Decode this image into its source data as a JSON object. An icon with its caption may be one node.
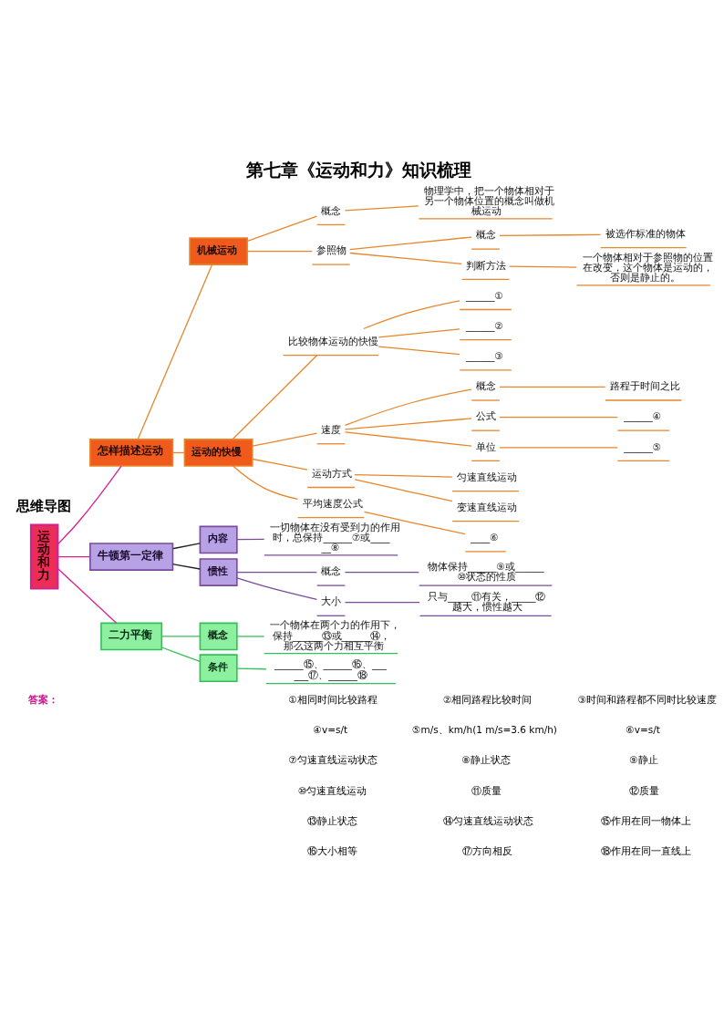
{
  "diagram": {
    "title": "第七章《运动和力》知识梳理",
    "nodes": [
      {
        "text": [
          "运动和力"
        ]
      },
      {
        "text": [
          "怎样描述运动"
        ]
      },
      {
        "text": [
          "机械运动"
        ]
      },
      {
        "text": [
          "概念"
        ]
      },
      {
        "text": [
          "物理学中，把一个物体相对于另一个物体位置的概念叫做机械运动"
        ]
      },
      {
        "text": [
          "参照物"
        ]
      },
      {
        "text": [
          "概念"
        ]
      },
      {
        "text": [
          "被选作标准的物体"
        ]
      },
      {
        "text": [
          "判断方法"
        ]
      },
      {
        "text": [
          "一个物体相对于参照物的位置在改变，这个物体是运动的，否则是静止的。"
        ]
      },
      {
        "text": [
          "运动的快慢"
        ]
      },
      {
        "text": [
          "比较物体运动的快慢"
        ]
      },
      {
        "text": [
          "______①"
        ]
      },
      {
        "text": [
          "______②"
        ]
      },
      {
        "text": [
          "______③"
        ]
      },
      {
        "text": [
          "速度"
        ]
      },
      {
        "text": [
          "概念"
        ]
      },
      {
        "text": [
          "路程于时间之比"
        ]
      },
      {
        "text": [
          "公式"
        ]
      },
      {
        "text": [
          "______④"
        ]
      },
      {
        "text": [
          "单位"
        ]
      },
      {
        "text": [
          "______⑤"
        ]
      },
      {
        "text": [
          "运动方式"
        ]
      },
      {
        "text": [
          "匀速直线运动"
        ]
      },
      {
        "text": [
          "变速直线运动"
        ]
      },
      {
        "text": [
          "平均速度公式"
        ]
      },
      {
        "text": [
          "____⑥"
        ]
      },
      {
        "text": [
          "牛顿第一定律"
        ]
      },
      {
        "text": [
          "内容"
        ]
      },
      {
        "text": [
          "一切物体在没有受到力的作用时，总保持______⑦或______⑧"
        ]
      },
      {
        "text": [
          "惯性"
        ]
      },
      {
        "text": [
          "概念"
        ]
      },
      {
        "text": [
          "物体保持______⑨或______⑩状态的性质"
        ]
      },
      {
        "text": [
          "大小"
        ]
      },
      {
        "text": [
          "只与_____⑪有关，_____⑫越大，惯性越大"
        ]
      },
      {
        "text": [
          "二力平衡"
        ]
      },
      {
        "text": [
          "概念"
        ]
      },
      {
        "text": [
          "一个物体在两个力的作用下，保持______⑬或______⑭，那么这两个力相互平衡"
        ]
      },
      {
        "text": [
          "条件"
        ]
      },
      {
        "text": [
          "______⑮、______⑯、______⑰、______⑱"
        ]
      }
    ],
    "edges": [
      {
        "from": 0,
        "to": 1,
        "arrow": "none",
        "color": "#d4248c"
      },
      {
        "from": 1,
        "to": 2,
        "arrow": "none"
      },
      {
        "from": 2,
        "to": 3,
        "arrow": "none"
      },
      {
        "from": 3,
        "to": 4,
        "arrow": "none"
      },
      {
        "from": 2,
        "to": 5,
        "arrow": "none"
      },
      {
        "from": 5,
        "to": 6,
        "arrow": "none"
      },
      {
        "from": 6,
        "to": 7,
        "arrow": "none"
      },
      {
        "from": 5,
        "to": 8,
        "arrow": "none"
      },
      {
        "from": 8,
        "to": 9,
        "arrow": "none"
      },
      {
        "from": 1,
        "to": 10,
        "arrow": "none"
      },
      {
        "from": 10,
        "to": 11,
        "arrow": "none"
      },
      {
        "from": 11,
        "to": 12,
        "arrow": "none"
      },
      {
        "from": 11,
        "to": 13,
        "arrow": "none"
      },
      {
        "from": 11,
        "to": 14,
        "arrow": "none"
      },
      {
        "from": 10,
        "to": 15,
        "arrow": "none"
      },
      {
        "from": 15,
        "to": 16,
        "arrow": "none"
      },
      {
        "from": 16,
        "to": 17,
        "arrow": "none"
      },
      {
        "from": 15,
        "to": 18,
        "arrow": "none"
      },
      {
        "from": 18,
        "to": 19,
        "arrow": "none"
      },
      {
        "from": 15,
        "to": 20,
        "arrow": "none"
      },
      {
        "from": 20,
        "to": 21,
        "arrow": "none"
      },
      {
        "from": 10,
        "to": 22,
        "arrow": "none"
      },
      {
        "from": 22,
        "to": 23,
        "arrow": "none"
      },
      {
        "from": 22,
        "to": 24,
        "arrow": "none"
      },
      {
        "from": 10,
        "to": 25,
        "arrow": "none"
      },
      {
        "from": 25,
        "to": 26,
        "arrow": "none"
      },
      {
        "from": 0,
        "to": 27,
        "arrow": "none",
        "color": "#d4248c"
      },
      {
        "from": 27,
        "to": 28,
        "arrow": "none",
        "color": "#222222"
      },
      {
        "from": 28,
        "to": 29,
        "arrow": "none",
        "color": "#7a4a9c"
      },
      {
        "from": 27,
        "to": 30,
        "arrow": "none",
        "color": "#222222"
      },
      {
        "from": 30,
        "to": 31,
        "arrow": "none",
        "color": "#7a4a9c"
      },
      {
        "from": 31,
        "to": 32,
        "arrow": "none",
        "color": "#7a4a9c"
      },
      {
        "from": 30,
        "to": 33,
        "arrow": "none",
        "color": "#7a4a9c"
      },
      {
        "from": 33,
        "to": 34,
        "arrow": "none",
        "color": "#7a4a9c"
      },
      {
        "from": 0,
        "to": 35,
        "arrow": "none",
        "color": "#d4248c"
      },
      {
        "from": 35,
        "to": 36,
        "arrow": "none",
        "color": "#35c057"
      },
      {
        "from": 36,
        "to": 37,
        "arrow": "none",
        "color": "#35c057"
      },
      {
        "from": 35,
        "to": 38,
        "arrow": "none",
        "color": "#35c057"
      },
      {
        "from": 38,
        "to": 39,
        "arrow": "none",
        "color": "#35c057"
      }
    ],
    "labels": [
      "思维导图",
      "答案：",
      "①相同时间比较路程",
      "②相同路程比较时间",
      "③时间和路程都不同时比较速度",
      "④v=s/t",
      "⑤m/s、km/h(1 m/s=3.6 km/h)",
      "⑥v=s/t",
      "⑦匀速直线运动状态",
      "⑧静止状态",
      "⑨静止",
      "⑩匀速直线运动",
      "⑪质量",
      "⑫质量",
      "⑬静止状态",
      "⑭匀速直线运动状态",
      "⑮作用在同一物体上",
      "⑯大小相等",
      "⑰方向相反",
      "⑱作用在同一直线上"
    ]
  }
}
